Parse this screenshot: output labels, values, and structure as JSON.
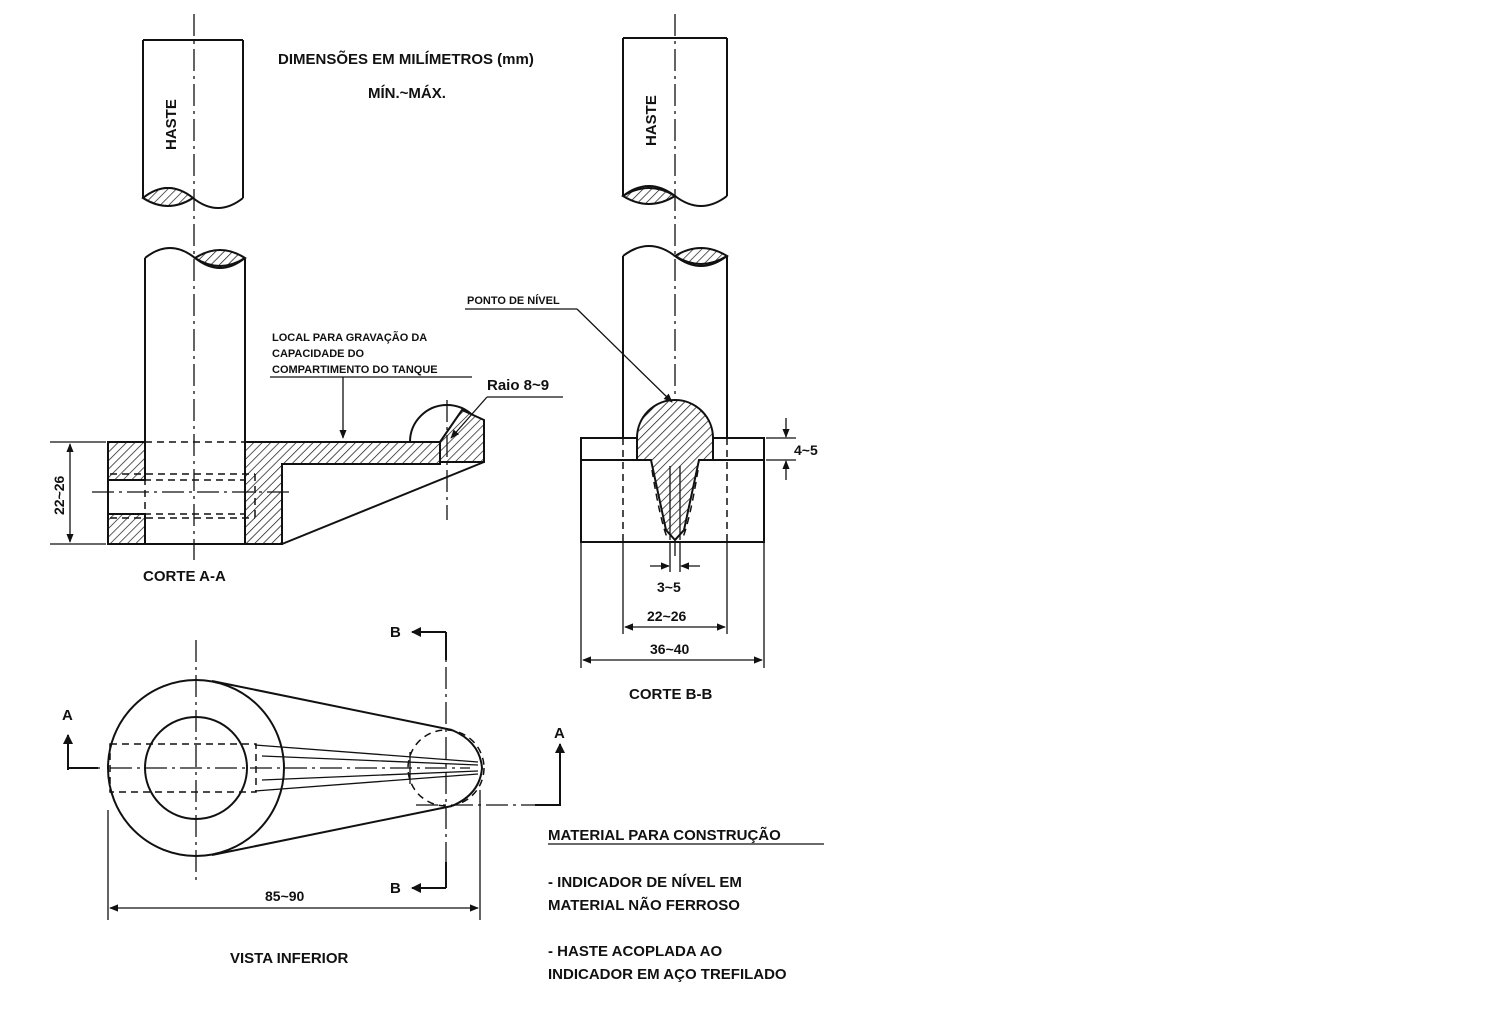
{
  "header": {
    "units_line": "DIMENSÕES EM MILÍMETROS (mm)",
    "range_line": "MÍN.~MÁX."
  },
  "rod_label": "HASTE",
  "section_aa": {
    "title": "CORTE  A-A",
    "height_dim": "22~26",
    "engraving_note": [
      "LOCAL PARA GRAVAÇÃO DA",
      "CAPACIDADE DO",
      "COMPARTIMENTO DO TANQUE"
    ],
    "radius_note": "Raio 8~9"
  },
  "section_bb": {
    "title": "CORTE  B-B",
    "level_point": "PONTO DE NÍVEL",
    "depth_dim": "4~5",
    "slot_dim": "3~5",
    "bore_dim": "22~26",
    "width_dim": "36~40"
  },
  "bottom_view": {
    "title": "VISTA INFERIOR",
    "length_dim": "85~90",
    "section_marker_a": "A",
    "section_marker_b": "B"
  },
  "material": {
    "heading": "MATERIAL PARA CONSTRUÇÃO",
    "item1": [
      "- INDICADOR DE NÍVEL EM",
      "MATERIAL  NÃO  FERROSO"
    ],
    "item2": [
      "- HASTE ACOPLADA AO",
      "INDICADOR EM AÇO TREFILADO"
    ]
  }
}
